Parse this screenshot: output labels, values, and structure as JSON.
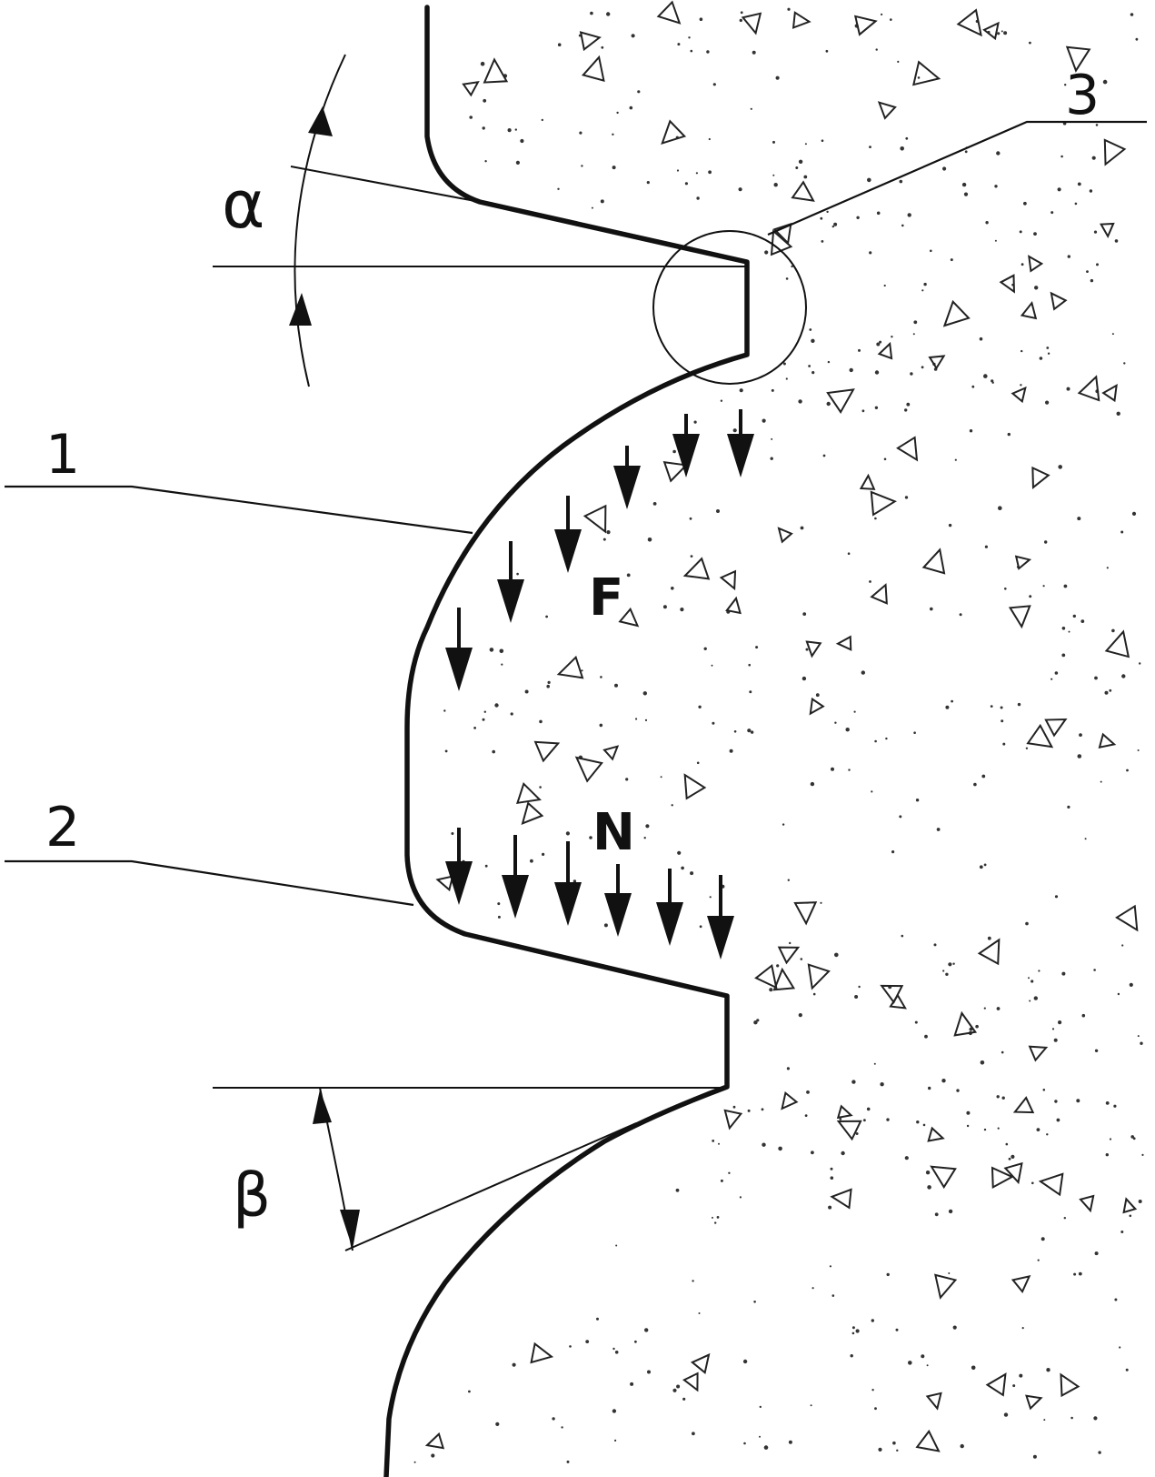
{
  "labels": {
    "part_1": "1",
    "part_2": "2",
    "part_3": "3",
    "force_F": "F",
    "force_N": "N",
    "angle_alpha": "α",
    "angle_beta": "β"
  },
  "colors": {
    "line": "#111111",
    "background": "#ffffff"
  }
}
